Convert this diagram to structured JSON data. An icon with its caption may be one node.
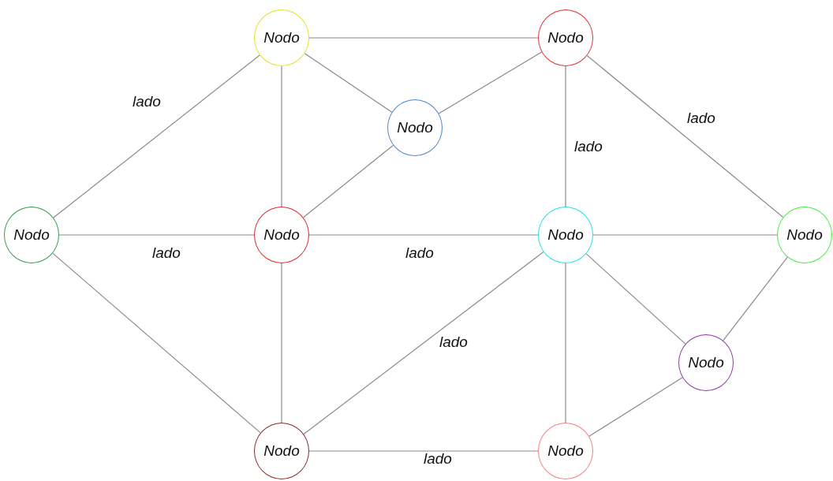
{
  "diagram": {
    "nodes": [
      {
        "text": [
          "Nodo"
        ]
      },
      {
        "text": [
          "Nodo"
        ]
      },
      {
        "text": [
          "Nodo"
        ]
      },
      {
        "text": [
          "Nodo"
        ]
      },
      {
        "text": [
          "Nodo"
        ]
      },
      {
        "text": [
          "Nodo"
        ]
      },
      {
        "text": [
          "Nodo"
        ]
      },
      {
        "text": [
          "Nodo"
        ]
      },
      {
        "text": [
          "Nodo"
        ]
      },
      {
        "text": [
          "Nodo"
        ]
      }
    ],
    "edges": [
      {
        "from": 0,
        "to": 1,
        "arrow": "none"
      },
      {
        "from": 0,
        "to": 2,
        "arrow": "none"
      },
      {
        "from": 0,
        "to": 4,
        "arrow": "none"
      },
      {
        "from": 3,
        "to": 0,
        "arrow": "none",
        "label": "lado"
      },
      {
        "from": 2,
        "to": 1,
        "arrow": "none"
      },
      {
        "from": 1,
        "to": 5,
        "arrow": "none",
        "label": "lado"
      },
      {
        "from": 1,
        "to": 6,
        "arrow": "none",
        "label": "lado"
      },
      {
        "from": 4,
        "to": 2,
        "arrow": "none"
      },
      {
        "from": 3,
        "to": 4,
        "arrow": "none",
        "label": "lado"
      },
      {
        "from": 4,
        "to": 5,
        "arrow": "none",
        "label": "lado"
      },
      {
        "from": 5,
        "to": 6,
        "arrow": "none"
      },
      {
        "from": 3,
        "to": 8,
        "arrow": "none"
      },
      {
        "from": 4,
        "to": 8,
        "arrow": "none"
      },
      {
        "from": 8,
        "to": 5,
        "arrow": "none",
        "label": "lado"
      },
      {
        "from": 5,
        "to": 9,
        "arrow": "none"
      },
      {
        "from": 5,
        "to": 7,
        "arrow": "none"
      },
      {
        "from": 7,
        "to": 6,
        "arrow": "none"
      },
      {
        "from": 9,
        "to": 7,
        "arrow": "none"
      },
      {
        "from": 8,
        "to": 9,
        "arrow": "none",
        "label": "lado"
      }
    ]
  }
}
